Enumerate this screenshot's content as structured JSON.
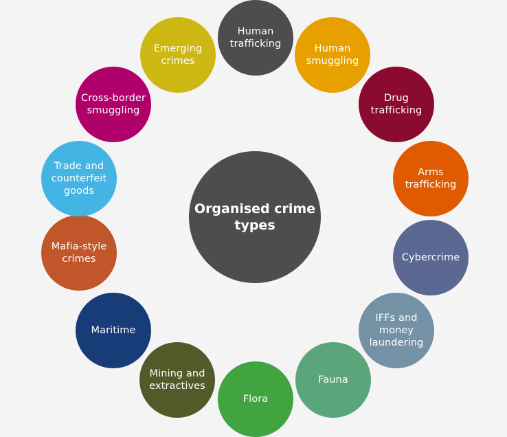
{
  "center": {
    "label": "Organised crime\ntypes",
    "color": "#4d4d4d"
  },
  "types": [
    {
      "label": "Human\ntrafficking",
      "color": "#4d4d4d"
    },
    {
      "label": "Human\nsmuggling",
      "color": "#e8a000"
    },
    {
      "label": "Drug\ntrafficking",
      "color": "#8b0a2f"
    },
    {
      "label": "Arms\ntrafficking",
      "color": "#e05a00"
    },
    {
      "label": "Cybercrime",
      "color": "#5a6892"
    },
    {
      "label": "IFFs and\nmoney\nlaundering",
      "color": "#7591a5"
    },
    {
      "label": "Fauna",
      "color": "#5aa57a"
    },
    {
      "label": "Flora",
      "color": "#40a440"
    },
    {
      "label": "Mining and\nextractives",
      "color": "#525a2a"
    },
    {
      "label": "Maritime",
      "color": "#173c78"
    },
    {
      "label": "Mafia-style\ncrimes",
      "color": "#c0562a"
    },
    {
      "label": "Trade and\ncounterfeit\ngoods",
      "color": "#43b4e4"
    },
    {
      "label": "Cross-border\nsmuggling",
      "color": "#b0006a"
    },
    {
      "label": "Emerging\ncrimes",
      "color": "#cdb712"
    }
  ]
}
